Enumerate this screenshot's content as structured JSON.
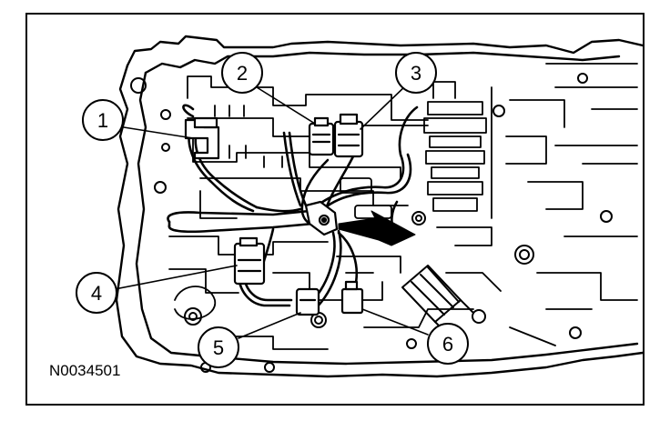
{
  "figure_id": "N0034501",
  "callouts": [
    {
      "label": "1"
    },
    {
      "label": "2"
    },
    {
      "label": "3"
    },
    {
      "label": "4"
    },
    {
      "label": "5"
    },
    {
      "label": "6"
    }
  ],
  "colors": {
    "ink": "#000000",
    "paper": "#ffffff"
  }
}
